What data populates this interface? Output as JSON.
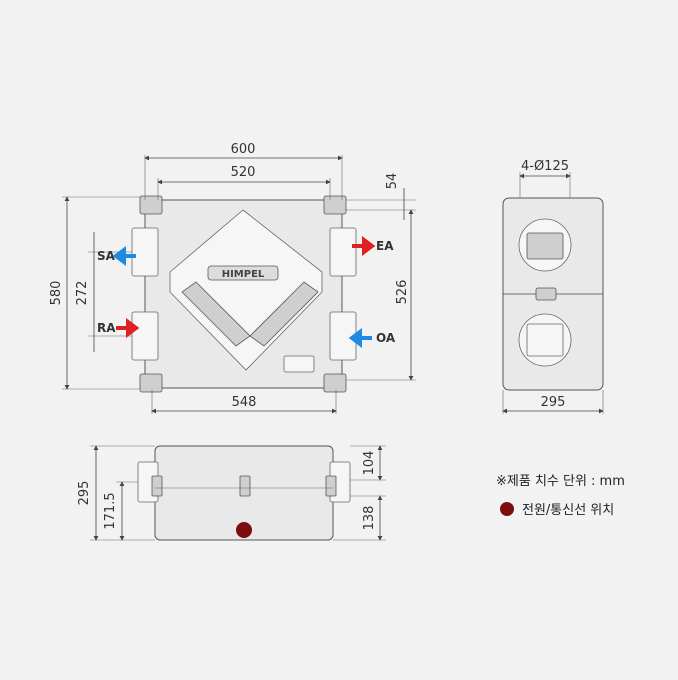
{
  "top_view": {
    "dim_width_outer": "600",
    "dim_width_inner": "520",
    "dim_width_bottom": "548",
    "dim_height_outer": "580",
    "dim_height_ports": "272",
    "dim_height_right": "526",
    "dim_offset_right": "54",
    "brand": "HIMPEL",
    "ports": {
      "sa": "SA",
      "ra": "RA",
      "ea": "EA",
      "oa": "OA"
    }
  },
  "side_view": {
    "dim_diameter": "4-Ø125",
    "dim_width": "295"
  },
  "front_view": {
    "dim_height_total": "295",
    "dim_height_mid": "171.5",
    "dim_upper": "104",
    "dim_lower": "138"
  },
  "notes": {
    "unit_note": "※제품 치수 단위 : mm",
    "legend_power": "전원/통신선 위치"
  },
  "colors": {
    "background": "#f2f2f2",
    "arrow_supply": "#e02020",
    "arrow_exhaust": "#1e88e5",
    "power_marker": "#7a0e0e"
  }
}
